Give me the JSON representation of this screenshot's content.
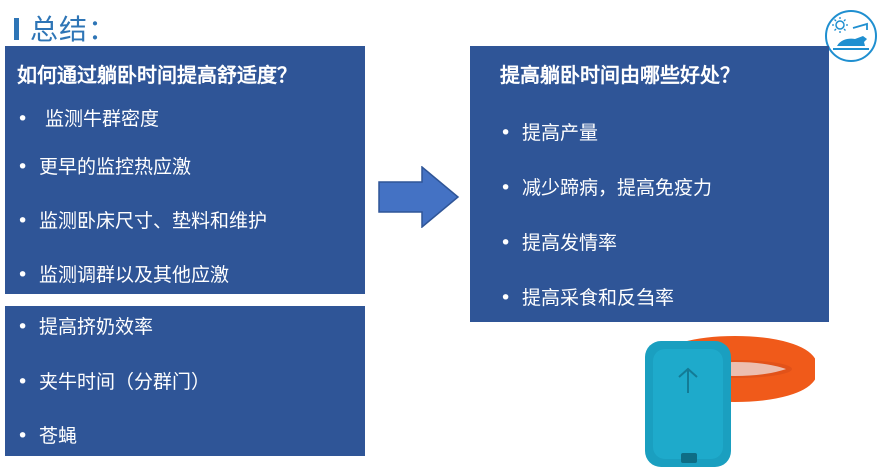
{
  "title": "总结：",
  "left": {
    "heading": "如何通过躺卧时间提高舒适度？",
    "items": [
      "监测牛群密度",
      "更早的监控热应激",
      "监测卧床尺寸、垫料和维护",
      "监测调群以及其他应激"
    ],
    "items2": [
      "提高挤奶效率",
      "夹牛时间（分群门）",
      "苍蝇"
    ]
  },
  "right": {
    "heading": "提高躺卧时间由哪些好处？",
    "items": [
      "提高产量",
      "减少蹄病，提高免疫力",
      "提高发情率",
      "提高采食和反刍率"
    ]
  },
  "bullet": "•",
  "colors": {
    "panel": "#2f5597",
    "title": "#2e75b6",
    "arrow": "#4472c4",
    "band": "#f05a1a",
    "device": "#1a9fc0"
  },
  "icons": {
    "logo": "cow-lying-sun-icon",
    "arrow": "right-arrow-icon",
    "device": "leg-band-sensor-icon"
  }
}
